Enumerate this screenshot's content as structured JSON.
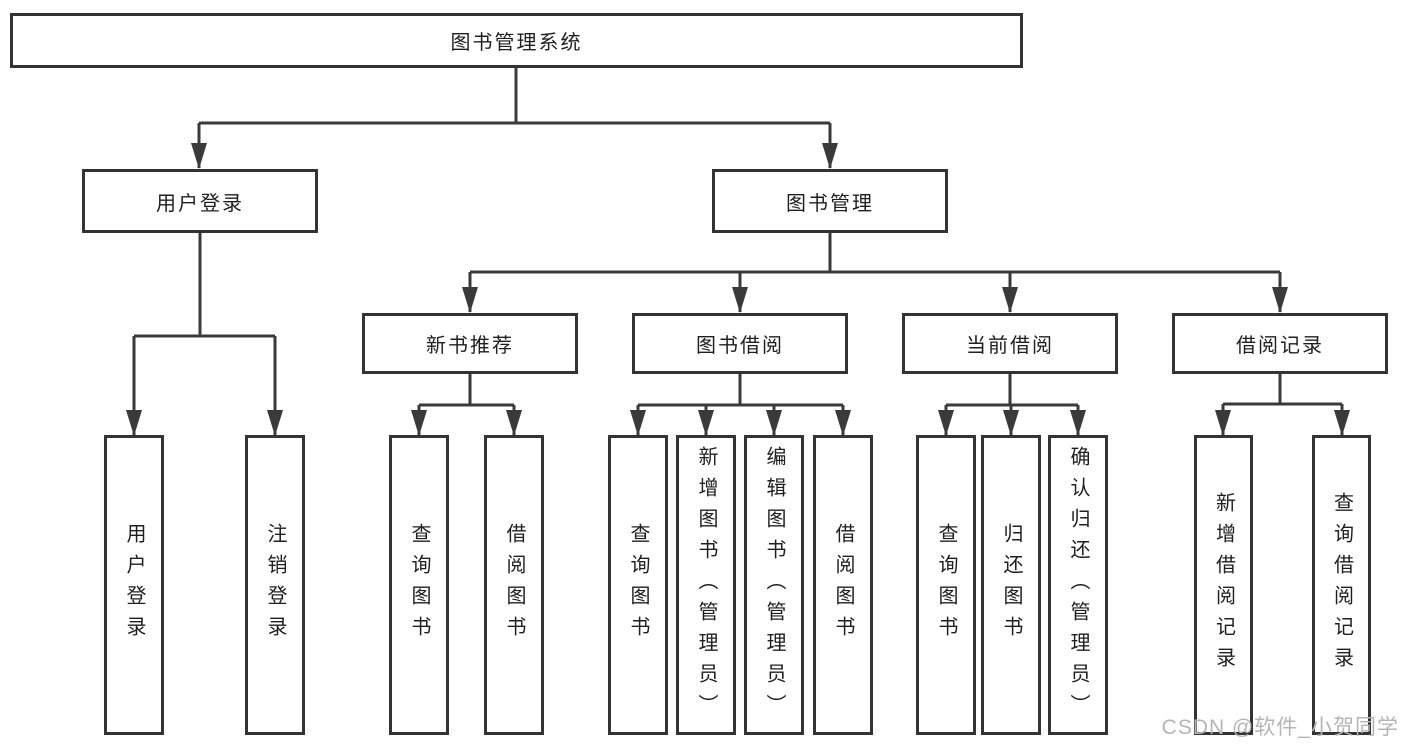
{
  "tree": {
    "label": "图书管理系统",
    "children": [
      {
        "label": "用户登录",
        "children": [
          {
            "label": "用户登录"
          },
          {
            "label": "注销登录"
          }
        ]
      },
      {
        "label": "图书管理",
        "children": [
          {
            "label": "新书推荐",
            "children": [
              {
                "label": "查询图书"
              },
              {
                "label": "借阅图书"
              }
            ]
          },
          {
            "label": "图书借阅",
            "children": [
              {
                "label": "查询图书"
              },
              {
                "label": "新增图书（管理员）"
              },
              {
                "label": "编辑图书（管理员）"
              },
              {
                "label": "借阅图书"
              }
            ]
          },
          {
            "label": "当前借阅",
            "children": [
              {
                "label": "查询图书"
              },
              {
                "label": "归还图书"
              },
              {
                "label": "确认归还（管理员）"
              }
            ]
          },
          {
            "label": "借阅记录",
            "children": [
              {
                "label": "新增借阅记录"
              },
              {
                "label": "查询借阅记录"
              }
            ]
          }
        ]
      }
    ]
  },
  "watermark": {
    "text": "CSDN @软件_小贺同学"
  },
  "colors": {
    "line": "#3a3a3a",
    "box_border": "#333333",
    "text": "#1f1f1f",
    "watermark": "#b5b5b5",
    "background": "#ffffff"
  }
}
